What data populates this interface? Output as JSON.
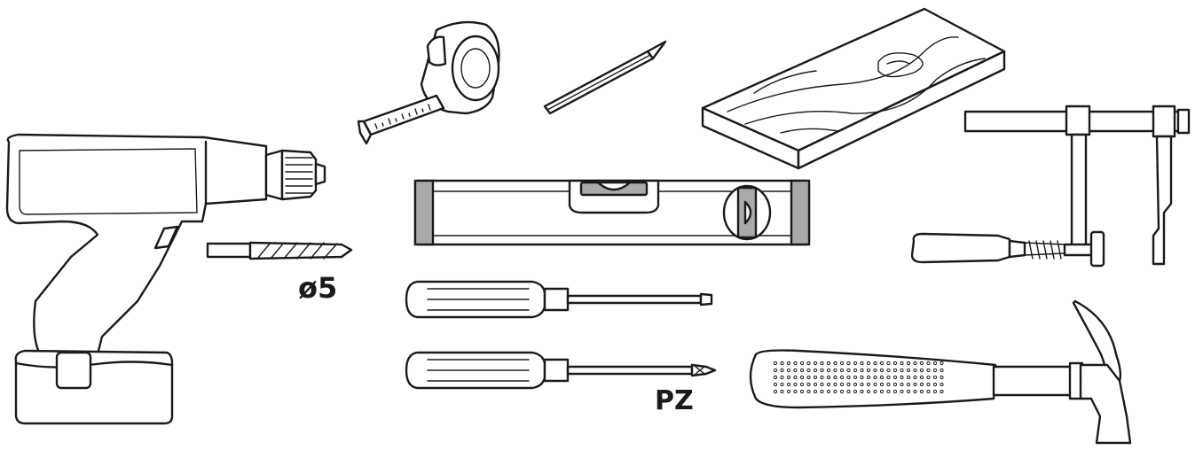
{
  "labels": {
    "drill_bit_size": "ø5",
    "screwdriver_type": "PZ"
  },
  "tools": [
    "cordless-drill",
    "drill-bit",
    "tape-measure",
    "pencil",
    "wood-plank",
    "spirit-level",
    "bar-clamp",
    "flat-screwdriver",
    "phillips-screwdriver",
    "claw-hammer"
  ],
  "colors": {
    "ink": "#1a1a1a",
    "grey": "#a9a9a9",
    "background": "#ffffff"
  }
}
